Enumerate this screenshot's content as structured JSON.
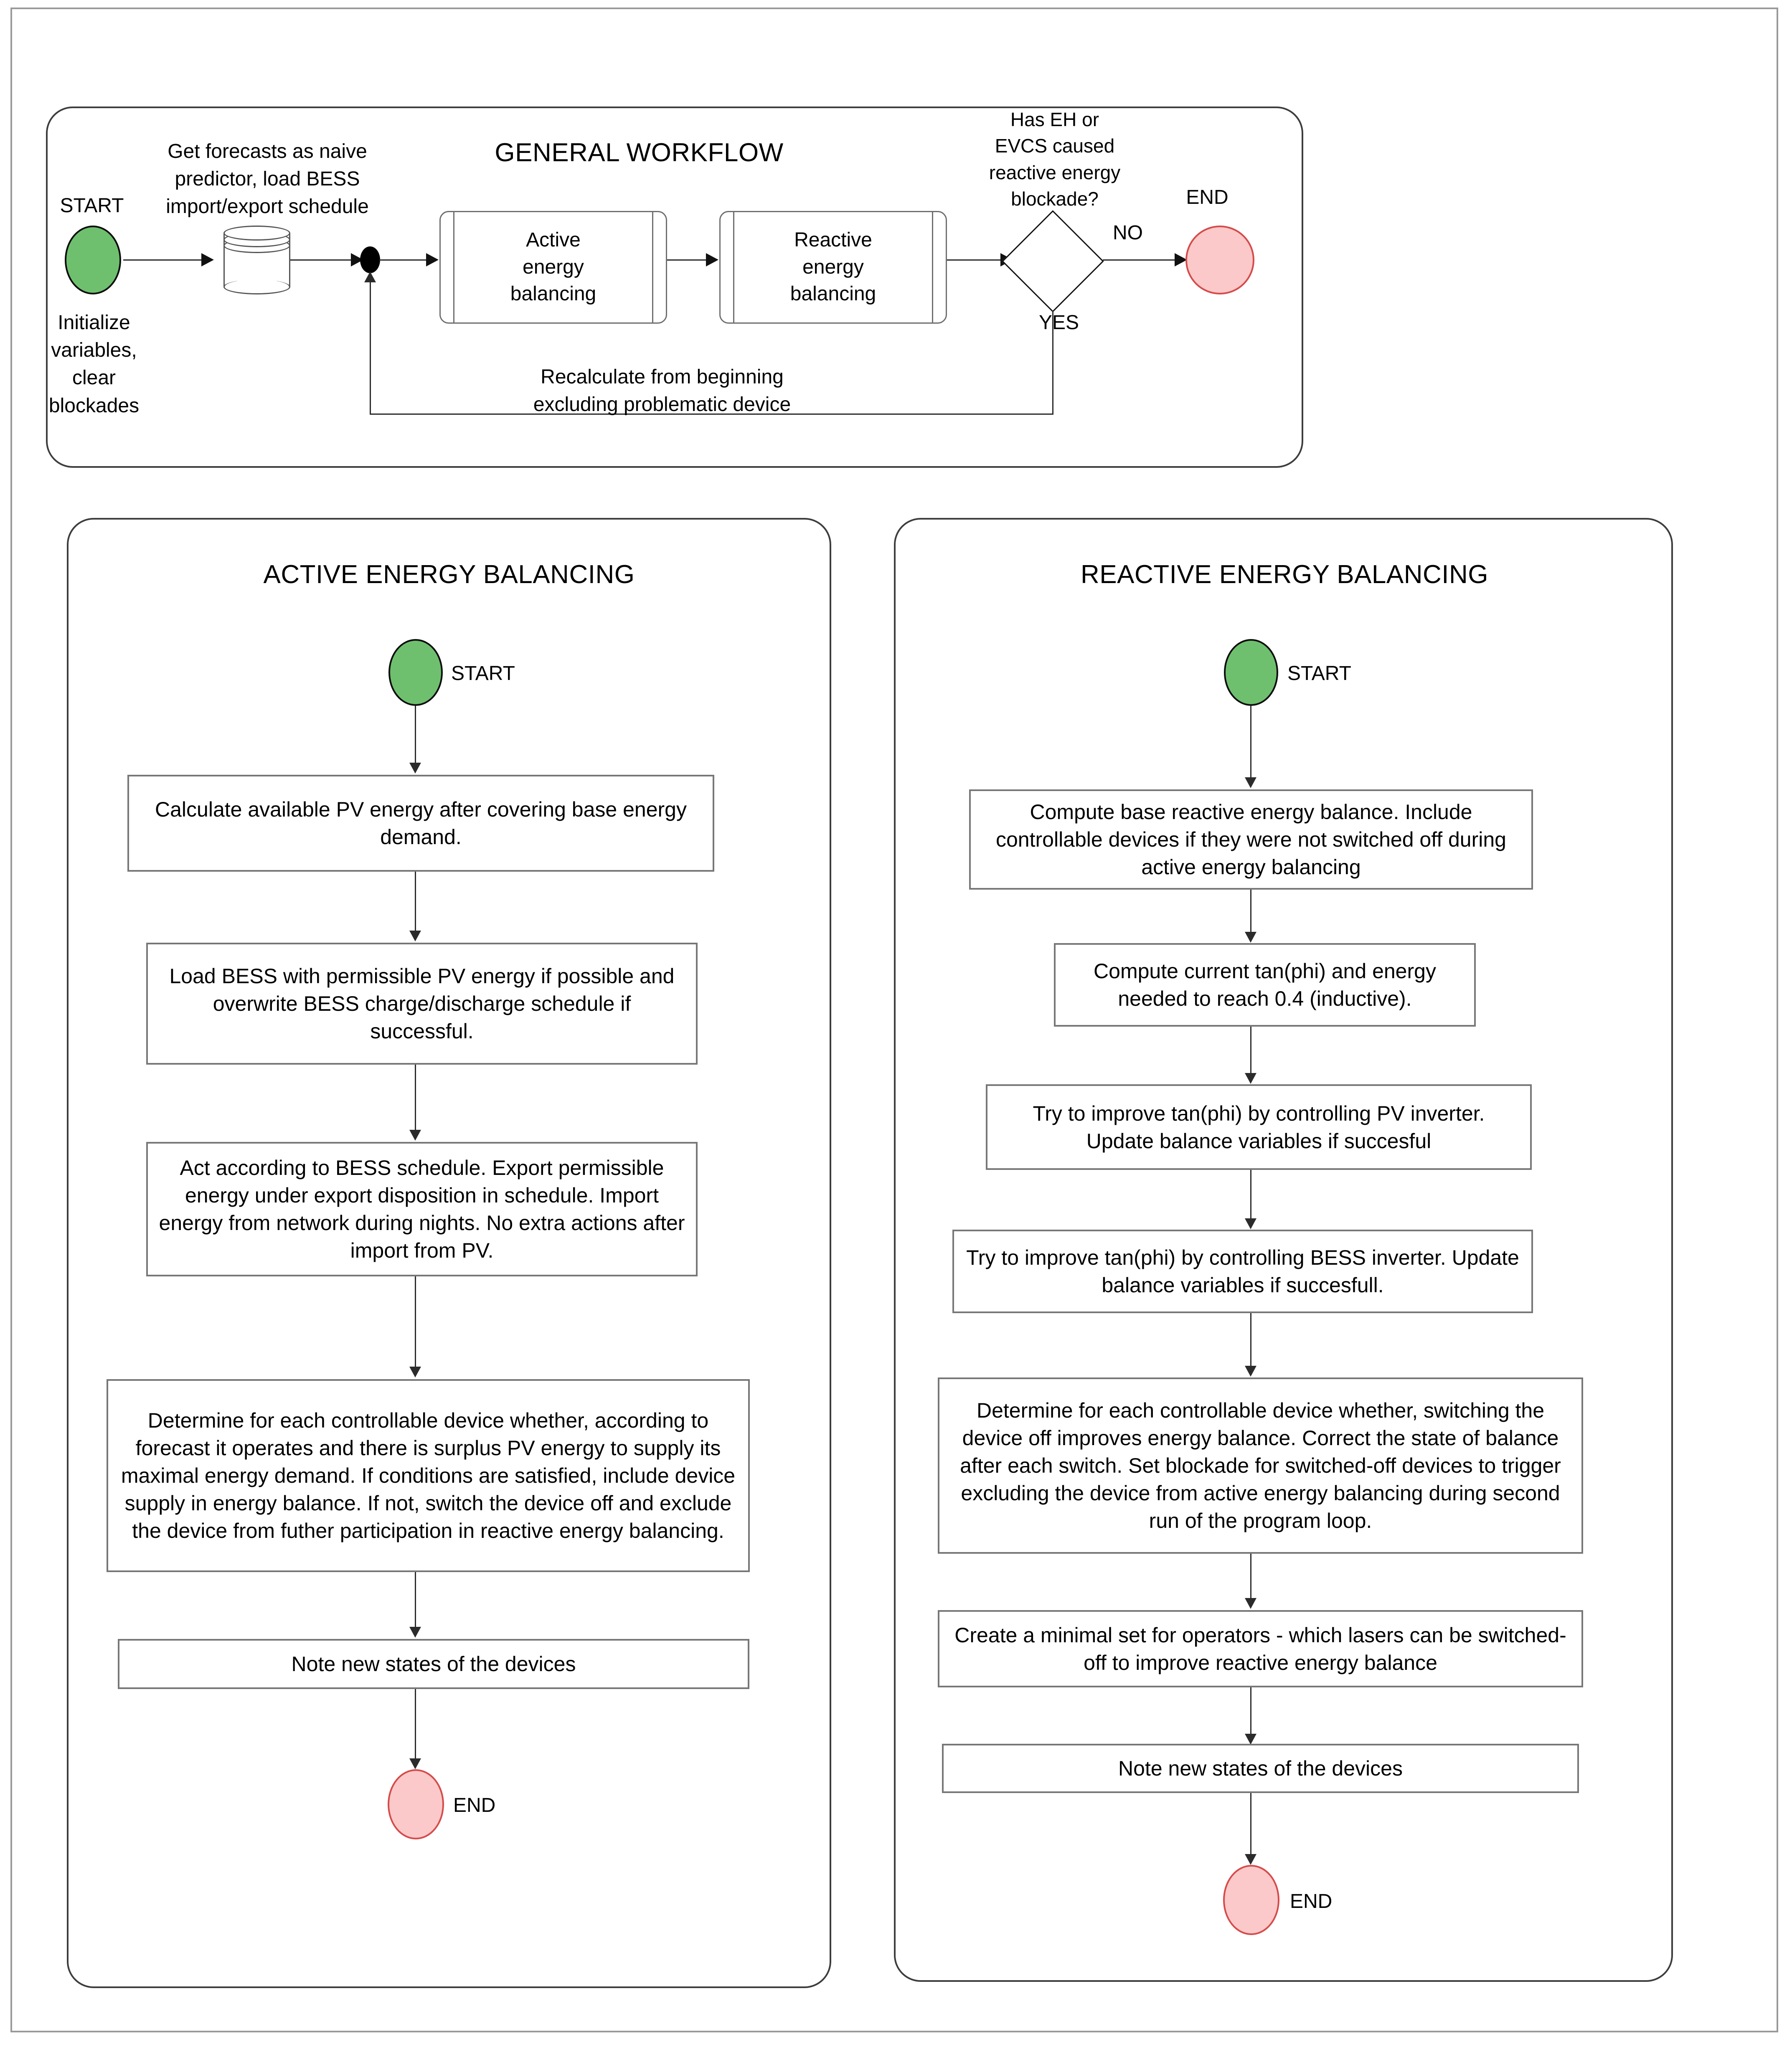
{
  "colors": {
    "start_fill": "#6ec06e",
    "start_stroke": "#0d0d0d",
    "end_fill": "#fbc9c9",
    "end_stroke": "#d64b4b",
    "box_stroke": "#777777",
    "panel_stroke": "#3d3d3d",
    "line": "#2b2b2b"
  },
  "general": {
    "title": "GENERAL WORKFLOW",
    "start_label": "START",
    "start_note": "Initialize\nvariables,\nclear\nblockades",
    "db_note": "Get forecasts as naive\npredictor, load BESS\nimport/export schedule",
    "subprocess_1": "Active\nenergy\nbalancing",
    "subprocess_2": "Reactive\nenergy\nbalancing",
    "decision": "Has EH or\nEVCS caused\nreactive energy\nblockade?",
    "branch_no": "NO",
    "branch_yes": "YES",
    "end_label": "END",
    "loop_note": "Recalculate from beginning\nexcluding problematic device"
  },
  "active": {
    "title": "ACTIVE ENERGY BALANCING",
    "start_label": "START",
    "end_label": "END",
    "steps": [
      "Calculate available PV energy after covering base energy demand.",
      "Load BESS with permissible PV energy if possible and overwrite BESS charge/discharge schedule if successful.",
      "Act according to BESS schedule. Export permissible energy under export disposition in schedule. Import energy from network during nights. No extra actions after import from PV.",
      "Determine for each controllable device whether, according to forecast it operates and there is surplus PV energy to supply its maximal energy demand. If conditions are satisfied, include device supply in energy balance. If not, switch the device off and exclude the device from futher participation in reactive energy balancing.",
      "Note new states of the devices"
    ]
  },
  "reactive": {
    "title": "REACTIVE ENERGY BALANCING",
    "start_label": "START",
    "end_label": "END",
    "steps": [
      "Compute base reactive energy balance. Include controllable devices if they were not switched off during active energy balancing",
      "Compute current tan(phi) and energy needed to reach 0.4 (inductive).",
      "Try to improve tan(phi) by controlling PV inverter. Update balance variables if succesful",
      "Try to improve tan(phi) by controlling BESS inverter. Update balance variables if succesfull.",
      "Determine for each controllable device whether, switching the device off improves energy balance. Correct the state of balance after each switch. Set blockade for switched-off devices to trigger excluding the device from active energy balancing during second run of the program loop.",
      "Create a minimal set for operators - which lasers can be switched-off to improve reactive energy balance",
      "Note new states of the devices"
    ]
  }
}
